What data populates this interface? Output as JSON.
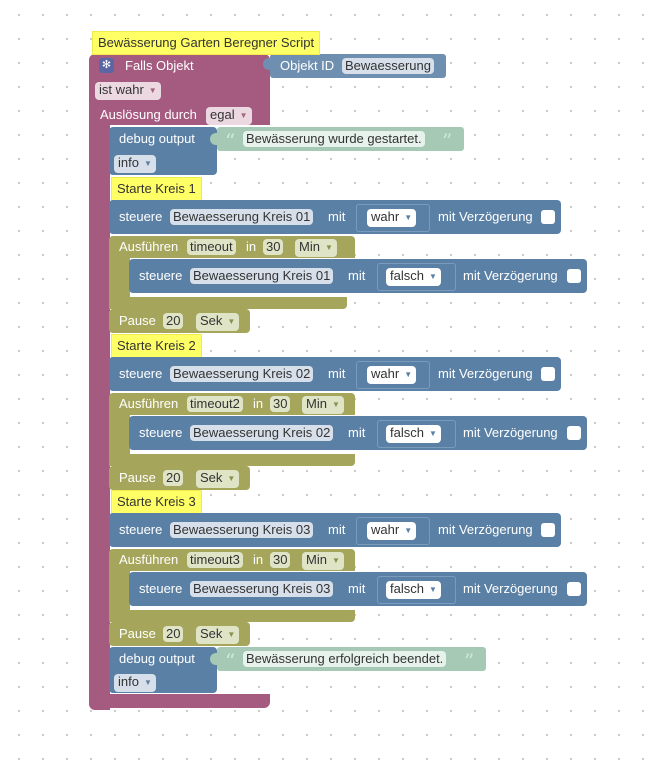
{
  "script_title": "Bewässerung Garten Beregner Script",
  "trigger": {
    "label": "Falls Objekt",
    "object_id_label": "Objekt ID",
    "object_id_value": "Bewaesserung",
    "condition_value": "ist wahr",
    "trigger_label": "Auslösung durch",
    "trigger_value": "egal"
  },
  "debug_start": {
    "label": "debug output",
    "text": "Bewässerung wurde gestartet.",
    "level": "info"
  },
  "circuits": [
    {
      "comment": "Starte Kreis 1",
      "control_label": "steuere",
      "device": "Bewaesserung Kreis 01",
      "mit_label": "mit",
      "on_value": "wahr",
      "delay_label": "mit Verzögerung",
      "run_label": "Ausführen",
      "timeout_name": "timeout",
      "in_label": "in",
      "duration": "30",
      "duration_unit": "Min",
      "off_device": "Bewaesserung Kreis 01",
      "off_value": "falsch",
      "pause_label": "Pause",
      "pause_value": "20",
      "pause_unit": "Sek"
    },
    {
      "comment": "Starte Kreis 2",
      "control_label": "steuere",
      "device": "Bewaesserung Kreis 02",
      "mit_label": "mit",
      "on_value": "wahr",
      "delay_label": "mit Verzögerung",
      "run_label": "Ausführen",
      "timeout_name": "timeout2",
      "in_label": "in",
      "duration": "30",
      "duration_unit": "Min",
      "off_device": "Bewaesserung Kreis 02",
      "off_value": "falsch",
      "pause_label": "Pause",
      "pause_value": "20",
      "pause_unit": "Sek"
    },
    {
      "comment": "Starte Kreis 3",
      "control_label": "steuere",
      "device": "Bewaesserung Kreis 03",
      "mit_label": "mit",
      "on_value": "wahr",
      "delay_label": "mit Verzögerung",
      "run_label": "Ausführen",
      "timeout_name": "timeout3",
      "in_label": "in",
      "duration": "30",
      "duration_unit": "Min",
      "off_device": "Bewaesserung Kreis 03",
      "off_value": "falsch",
      "pause_label": "Pause",
      "pause_value": "20",
      "pause_unit": "Sek"
    }
  ],
  "debug_end": {
    "label": "debug output",
    "text": "Bewässerung erfolgreich beendet.",
    "level": "info"
  },
  "colors": {
    "trigger_block": "#a55b80",
    "control_block": "#5b80a5",
    "timer_block": "#a5a55b",
    "text_block": "#a5c9b5",
    "comment": "#ffff66"
  }
}
